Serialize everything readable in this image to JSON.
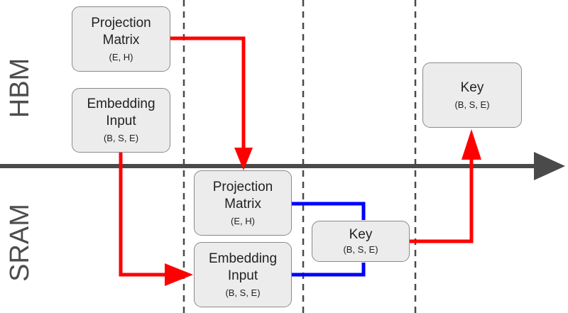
{
  "regions": {
    "top": "HBM",
    "bottom": "SRAM"
  },
  "colors": {
    "red": "#ff0000",
    "blue": "#0000ff",
    "axis": "#4a4a4a",
    "divider": "#4a4a4a",
    "box_fill": "#ececec"
  },
  "hbm": {
    "projection": {
      "title": "Projection\nMatrix",
      "shape": "(E, H)"
    },
    "embedding": {
      "title": "Embedding\nInput",
      "shape": "(B, S, E)"
    },
    "key": {
      "title": "Key",
      "shape": "(B, S, E)"
    }
  },
  "sram": {
    "projection": {
      "title": "Projection\nMatrix",
      "shape": "(E, H)"
    },
    "embedding": {
      "title": "Embedding\nInput",
      "shape": "(B, S, E)"
    },
    "key": {
      "title": "Key",
      "shape": "(B, S, E)"
    }
  }
}
